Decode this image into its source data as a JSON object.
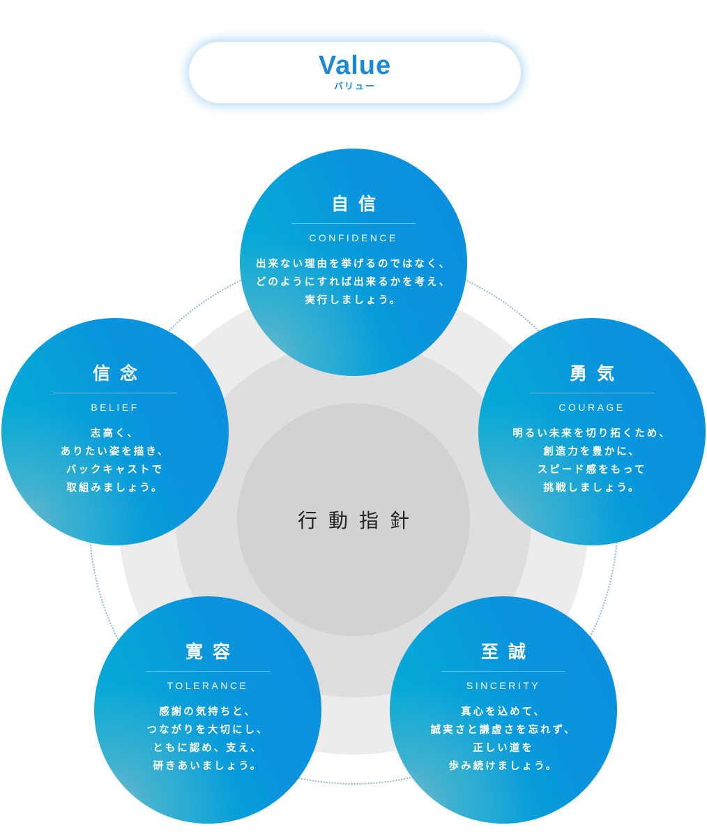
{
  "header": {
    "title": "Value",
    "subtitle": "バリュー"
  },
  "center": {
    "label": "行動指針"
  },
  "colors": {
    "accent": "#1a8ad8",
    "circle_blue": "#0a8ede",
    "circle_cyan": "#00b0d2",
    "ring_outer": "#ececec",
    "ring_mid": "#dedede",
    "ring_inner": "#d2d2d2",
    "dotted_line": "#8fb6d6"
  },
  "values": [
    {
      "title": "自信",
      "english": "CONFIDENCE",
      "lines": [
        "出来ない理由を挙げるのではなく、",
        "どのようにすれば出来るかを考え、",
        "実行しましょう。"
      ]
    },
    {
      "title": "信念",
      "english": "BELIEF",
      "lines": [
        "志高く、",
        "ありたい姿を描き、",
        "バックキャストで",
        "取組みましょう。"
      ]
    },
    {
      "title": "勇気",
      "english": "COURAGE",
      "lines": [
        "明るい未来を切り拓くため、",
        "創造力を豊かに、",
        "スピード感をもって",
        "挑戦しましょう。"
      ]
    },
    {
      "title": "寛容",
      "english": "TOLERANCE",
      "lines": [
        "感謝の気持ちと、",
        "つながりを大切にし、",
        "ともに認め、支え、",
        "研きあいましょう。"
      ]
    },
    {
      "title": "至誠",
      "english": "SINCERITY",
      "lines": [
        "真心を込めて、",
        "誠実さと謙虚さを忘れず、",
        "正しい道を",
        "歩み続けましょう。"
      ]
    }
  ]
}
